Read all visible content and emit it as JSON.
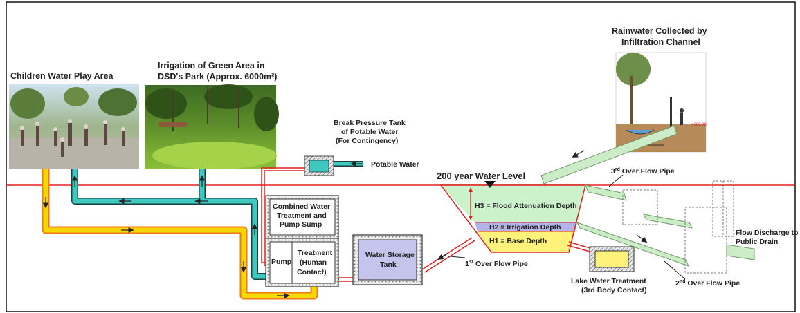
{
  "labels": {
    "children_play": "Children Water Play Area",
    "irrigation_l1": "Irrigation of Green Area in",
    "irrigation_l2": "DSD's Park (Approx. 6000m²)",
    "rainwater_l1": "Rainwater Collected by",
    "rainwater_l2": "Infiltration Channel",
    "break_l1": "Break Pressure Tank",
    "break_l2": "of Potable Water",
    "break_l3": "(For Contingency)",
    "potable_water": "Potable Water",
    "water_level": "200 year Water Level",
    "h3": "H3 = Flood Attenuation Depth",
    "h2": "H2 = Irrigation Depth",
    "h1": "H1 = Base Depth",
    "combined_l1": "Combined Water",
    "combined_l2": "Treatment and",
    "combined_l3": "Pump Sump",
    "pump": "Pump",
    "treatment_l1": "Treatment",
    "treatment_l2": "(Human",
    "treatment_l3": "Contact)",
    "storage_l1": "Water Storage",
    "storage_l2": "Tank",
    "overflow1_num": "1",
    "overflow1_sup": "st",
    "overflow1_text": " Over Flow Pipe",
    "overflow2_num": "2",
    "overflow2_sup": "nd",
    "overflow2_text": " Over Flow Pipe",
    "overflow3_num": "3",
    "overflow3_sup": "rd",
    "overflow3_text": " Over Flow Pipe",
    "lake_l1": "Lake Water Treatment",
    "lake_l2": "(3rd Body Contact)",
    "discharge_l1": "Flow Discharge to",
    "discharge_l2": "Public Drain",
    "inset_value": "+200.00"
  },
  "colors": {
    "potable_pipe": "#3dc9c0",
    "treated_pipe": "#f5d800",
    "treated_pipe_edge": "#f07a1a",
    "attenuation": "#ccf2cc",
    "irrigation_layer": "#b4b4e6",
    "base_layer": "#fff27a",
    "storage_tank": "#c4c4ec",
    "ground_line": "#e62020"
  }
}
